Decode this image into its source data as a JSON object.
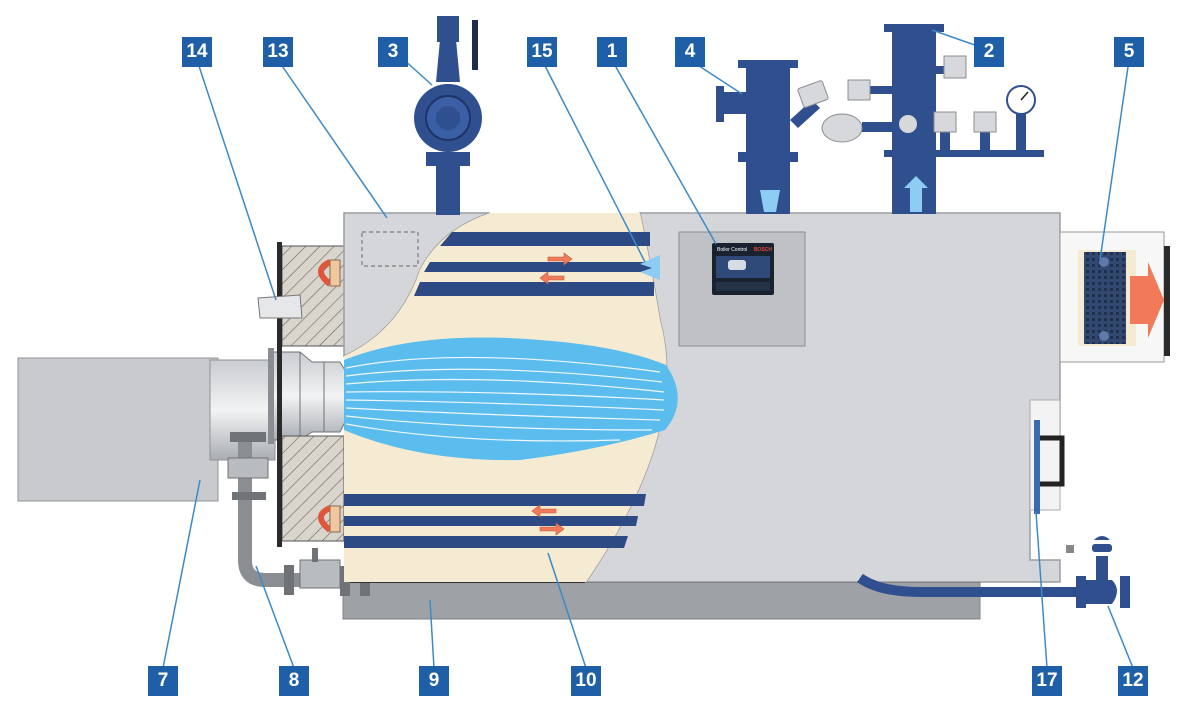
{
  "diagram": {
    "screen": {
      "title": "Boiler Control",
      "brand": "BOSCH"
    },
    "callouts": [
      {
        "id": "1",
        "label": "1"
      },
      {
        "id": "2",
        "label": "2"
      },
      {
        "id": "3",
        "label": "3"
      },
      {
        "id": "4",
        "label": "4"
      },
      {
        "id": "5",
        "label": "5"
      },
      {
        "id": "7",
        "label": "7"
      },
      {
        "id": "8",
        "label": "8"
      },
      {
        "id": "9",
        "label": "9"
      },
      {
        "id": "10",
        "label": "10"
      },
      {
        "id": "12",
        "label": "12"
      },
      {
        "id": "13",
        "label": "13"
      },
      {
        "id": "14",
        "label": "14"
      },
      {
        "id": "15",
        "label": "15"
      },
      {
        "id": "17",
        "label": "17"
      }
    ],
    "colors": {
      "callout": "#1f5fa8",
      "pipe": "#2f4f8f",
      "shell": "#d7d9dc",
      "flame": "#5bbcee",
      "insulation": "#f5ebd2",
      "hot_arrow": "#f07a5a",
      "leader": "#3c8ac8"
    }
  }
}
